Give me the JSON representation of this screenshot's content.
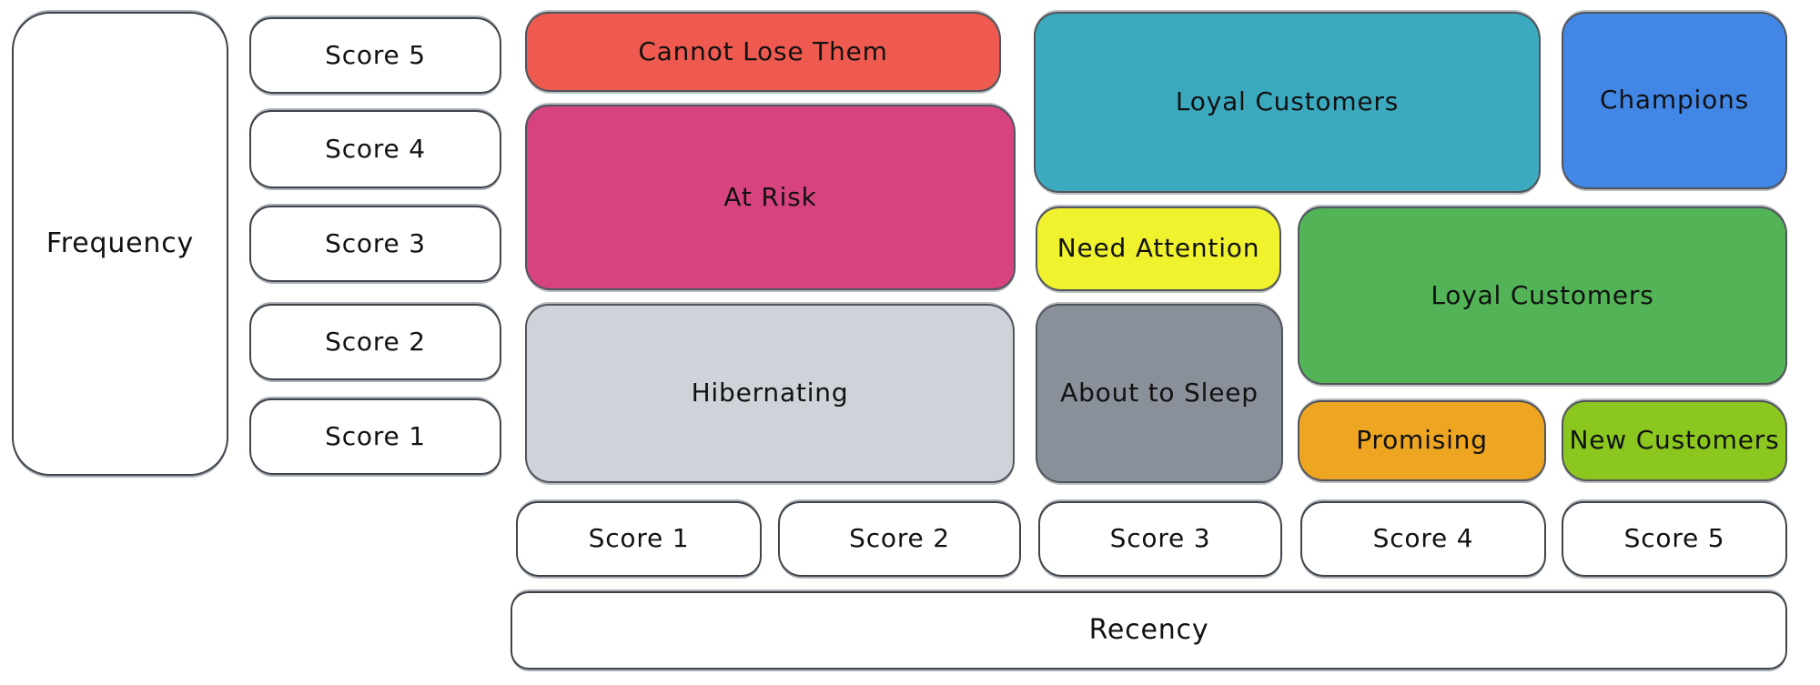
{
  "diagram": {
    "type": "rfm-customer-segmentation-matrix",
    "frequency_axis": {
      "label": "Frequency",
      "scores": [
        "Score 5",
        "Score 4",
        "Score 3",
        "Score 2",
        "Score 1"
      ]
    },
    "recency_axis": {
      "label": "Recency",
      "scores": [
        "Score 1",
        "Score 2",
        "Score 3",
        "Score 4",
        "Score 5"
      ]
    },
    "segments": [
      {
        "id": "cannot-lose-them",
        "label": "Cannot Lose Them",
        "color": "#ee5a50",
        "text_color": "#111111"
      },
      {
        "id": "at-risk",
        "label": "At Risk",
        "color": "#d6437e",
        "text_color": "#111111"
      },
      {
        "id": "hibernating",
        "label": "Hibernating",
        "color": "#ced3d9",
        "text_color": "#111111"
      },
      {
        "id": "loyal-customers-top",
        "label": "Loyal Customers",
        "color": "#3baabf",
        "text_color": "#111111"
      },
      {
        "id": "champions",
        "label": "Champions",
        "color": "#4287e6",
        "text_color": "#111111"
      },
      {
        "id": "need-attention",
        "label": "Need Attention",
        "color": "#f0f22e",
        "text_color": "#111111"
      },
      {
        "id": "about-to-sleep",
        "label": "About to Sleep",
        "color": "#8a9099",
        "text_color": "#111111"
      },
      {
        "id": "loyal-customers-right",
        "label": "Loyal Customers",
        "color": "#53b457",
        "text_color": "#111111"
      },
      {
        "id": "promising",
        "label": "Promising",
        "color": "#eda522",
        "text_color": "#111111"
      },
      {
        "id": "new-customers",
        "label": "New Customers",
        "color": "#8bc71e",
        "text_color": "#111111"
      }
    ]
  }
}
